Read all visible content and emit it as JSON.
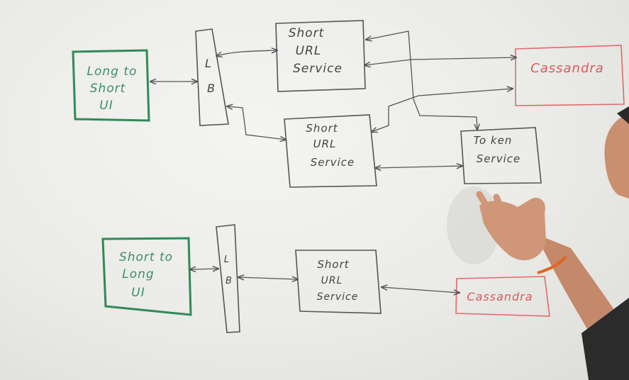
{
  "colors": {
    "ui_box": "#2e8b57",
    "service_box": "#5a5a5a",
    "cassandra_box": "#e06a6a",
    "arrow": "#555555",
    "person_skin": "#c98f6f",
    "person_shirt": "#2b2b2b",
    "bracelet": "#e2651e"
  },
  "top_flow": {
    "ui_box": {
      "line1": "Long to",
      "line2": "Short",
      "line3": "UI"
    },
    "lb": {
      "line1": "L",
      "line2": "B"
    },
    "service_1": {
      "line1": "Short",
      "line2": "URL",
      "line3": "Service"
    },
    "service_2": {
      "line1": "Short",
      "line2": "URL",
      "line3": "Service"
    },
    "cassandra": {
      "label": "Cassandra"
    },
    "token_service": {
      "line1": "To ken",
      "line2": "Service"
    }
  },
  "bottom_flow": {
    "ui_box": {
      "line1": "Short to",
      "line2": "Long",
      "line3": "UI"
    },
    "lb": {
      "line1": "L",
      "line2": "B"
    },
    "service": {
      "line1": "Short",
      "line2": "URL",
      "line3": "Service"
    },
    "cassandra": {
      "label": "Cassandra"
    }
  }
}
